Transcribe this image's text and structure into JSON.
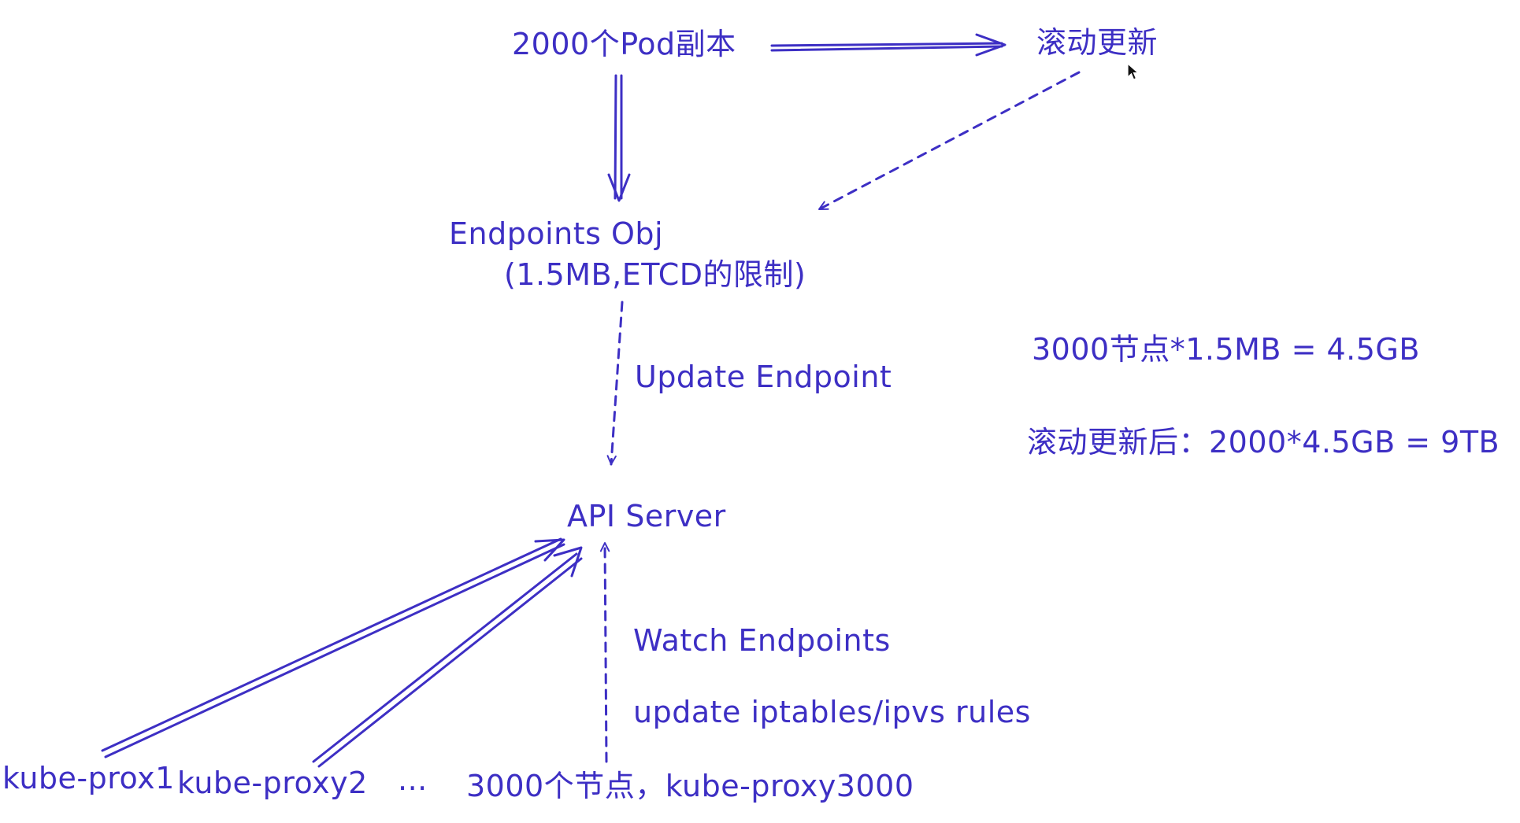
{
  "nodes": {
    "pods": "2000个Pod副本",
    "rolling_update": "滚动更新",
    "endpoints_obj": "Endpoints Obj",
    "endpoints_limit": "(1.5MB,ETCD的限制)",
    "api_server": "API Server",
    "kube_proxy_1": "kube-prox1",
    "kube_proxy_2": "kube-proxy2",
    "ellipsis": "...",
    "kube_proxy_3000": "3000个节点，kube-proxy3000"
  },
  "edge_labels": {
    "update_endpoint": "Update Endpoint",
    "watch_endpoints": "Watch Endpoints",
    "update_rules": "update iptables/ipvs rules"
  },
  "calculations": {
    "per_node_total": "3000节点*1.5MB = 4.5GB",
    "after_rolling_update": "滚动更新后：2000*4.5GB = 9TB"
  },
  "colors": {
    "ink": "#3d2fc4",
    "background": "#ffffff"
  }
}
